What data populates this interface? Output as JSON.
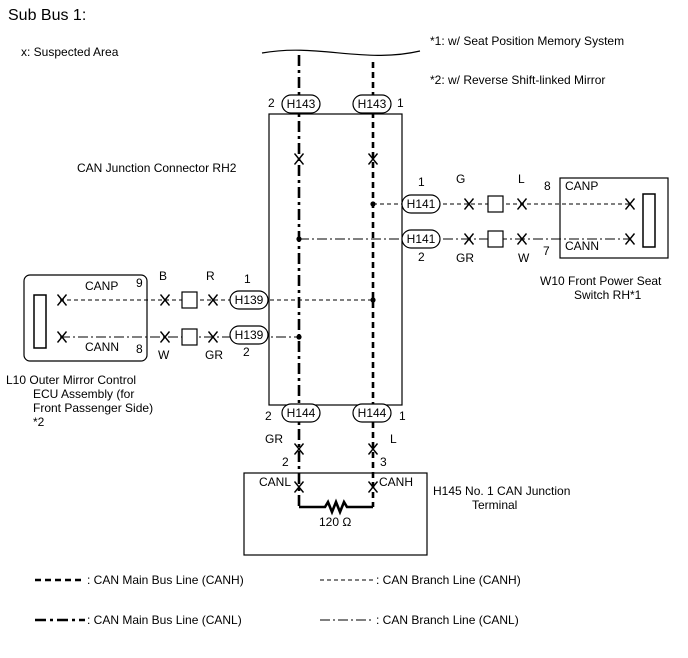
{
  "title": "Sub Bus 1:",
  "suspected_area": "x: Suspected Area",
  "notes": {
    "note1": "*1: w/ Seat Position Memory System",
    "note2": "*2: w/ Reverse  Shift-linked Mirror"
  },
  "junction_connector": {
    "label": "CAN Junction Connector RH2",
    "top_left_connector": "H143",
    "top_left_pin": "2",
    "top_right_connector": "H143",
    "top_right_pin": "1",
    "bottom_left_connector": "H144",
    "bottom_left_pin": "2",
    "bottom_right_connector": "H144",
    "bottom_right_pin": "1",
    "right_upper_connector": "H141",
    "right_upper_pin": "1",
    "right_lower_connector": "H141",
    "right_lower_pin": "2",
    "left_upper_connector": "H139",
    "left_upper_pin": "1",
    "left_lower_connector": "H139",
    "left_lower_pin": "2"
  },
  "w10": {
    "canp": "CANP",
    "cann": "CANN",
    "pin_canp": "8",
    "pin_cann": "7",
    "wire_canp": "L",
    "wire_cann": "W",
    "mid_wire_upper": "G",
    "mid_wire_lower": "GR",
    "label_line1": "W10  Front Power Seat",
    "label_line2": "Switch RH*1"
  },
  "l10": {
    "canp": "CANP",
    "cann": "CANN",
    "pin_canp": "9",
    "pin_cann": "8",
    "wire_upper_left": "B",
    "wire_upper_right": "R",
    "wire_lower_left": "W",
    "wire_lower_right": "GR",
    "label_line1": "L10  Outer Mirror Control",
    "label_line2": "ECU Assembly (for",
    "label_line3": "Front Passenger Side)",
    "label_line4": "*2"
  },
  "h145": {
    "canl": "CANL",
    "canh": "CANH",
    "pin_canl": "2",
    "pin_canh": "3",
    "wire_canl": "GR",
    "wire_canh": "L",
    "resistor": "120 Ω",
    "label_line1": "H145   No. 1 CAN Junction",
    "label_line2": "Terminal"
  },
  "legend": {
    "main_canh": ": CAN Main Bus Line (CANH)",
    "main_canl": ": CAN Main Bus Line (CANL)",
    "branch_canh": ": CAN Branch Line (CANH)",
    "branch_canl": ": CAN Branch Line (CANL)"
  }
}
